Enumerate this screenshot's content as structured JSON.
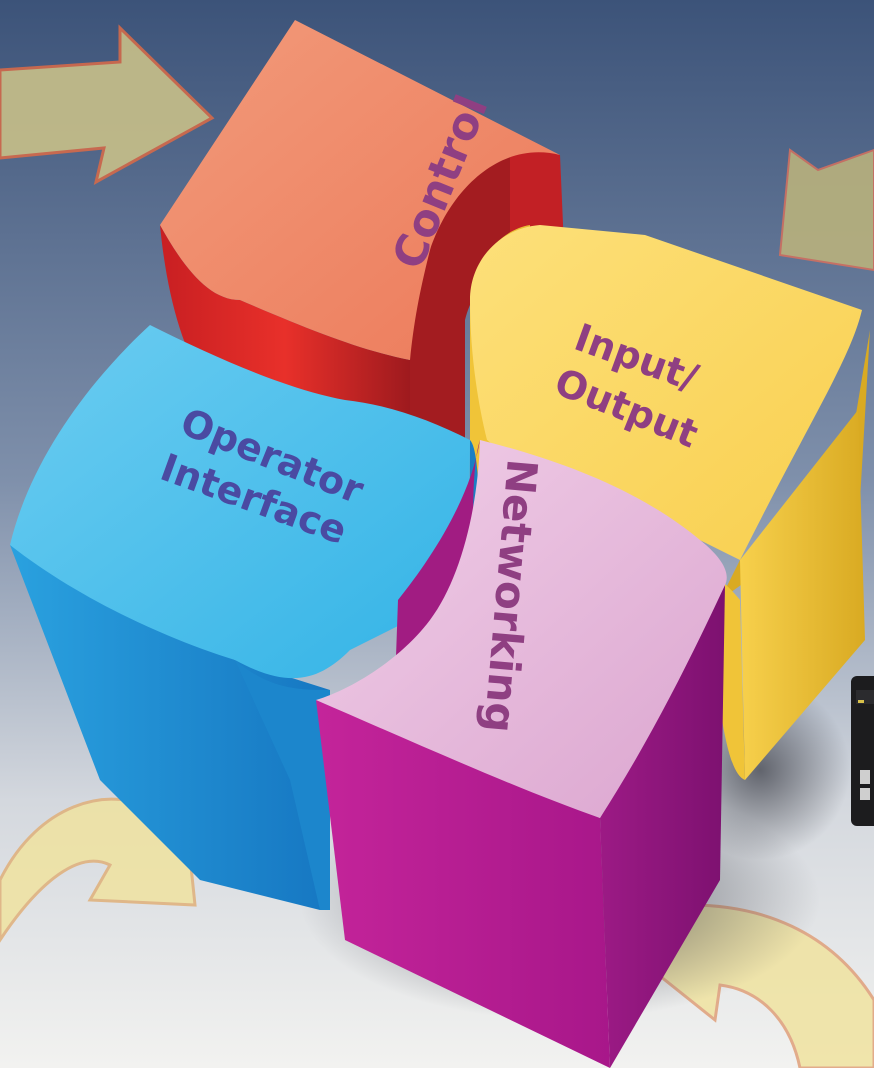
{
  "diagram": {
    "blocks": [
      {
        "id": "control",
        "label": "Control",
        "top_color": "#f08a6c",
        "side_color": "#d62a2a"
      },
      {
        "id": "input-output",
        "label_lines": [
          "Input/",
          "Output"
        ],
        "top_color": "#fbd663",
        "side_color": "#f2c531"
      },
      {
        "id": "operator-interface",
        "label_lines": [
          "Operator",
          "Interface"
        ],
        "top_color": "#49bde9",
        "side_color": "#1d8fd6"
      },
      {
        "id": "networking",
        "label": "Networking",
        "top_color": "#e9bfdf",
        "side_color": "#b01c8f"
      }
    ],
    "label_color": "#8f3f82",
    "label_color_alt": "#4a4aa2",
    "arrow_color": "#c8c089",
    "arrow_color_light": "#f0e3a0",
    "background_top": "#3c5379",
    "background_bottom": "#f2f2f0"
  }
}
